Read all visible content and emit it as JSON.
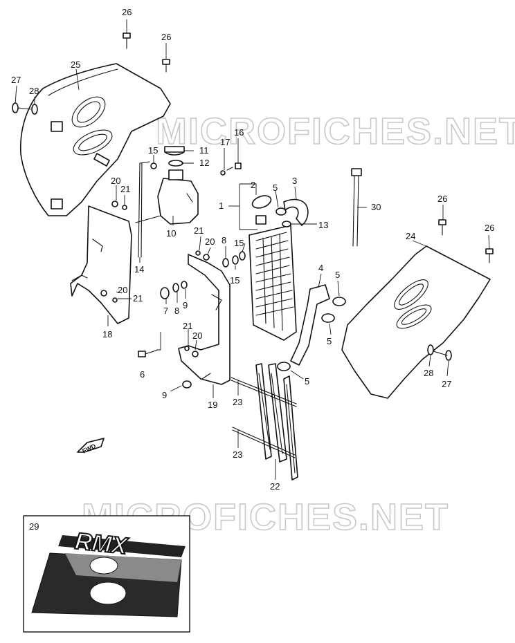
{
  "watermark": "MICROFICHES.NET",
  "inset": {
    "number": "29",
    "logo_text": "RMX"
  },
  "fwd_label": "FWD",
  "callouts": [
    {
      "id": "c26a",
      "n": "26"
    },
    {
      "id": "c26b",
      "n": "26"
    },
    {
      "id": "c25",
      "n": "25"
    },
    {
      "id": "c27a",
      "n": "27"
    },
    {
      "id": "c28a",
      "n": "28"
    },
    {
      "id": "c15a",
      "n": "15"
    },
    {
      "id": "c11",
      "n": "11"
    },
    {
      "id": "c12",
      "n": "12"
    },
    {
      "id": "c17",
      "n": "17"
    },
    {
      "id": "c16",
      "n": "16"
    },
    {
      "id": "c20a",
      "n": "20"
    },
    {
      "id": "c21a",
      "n": "21"
    },
    {
      "id": "c10",
      "n": "10"
    },
    {
      "id": "c14",
      "n": "14"
    },
    {
      "id": "c2",
      "n": "2"
    },
    {
      "id": "c5a",
      "n": "5"
    },
    {
      "id": "c3",
      "n": "3"
    },
    {
      "id": "c1",
      "n": "1"
    },
    {
      "id": "c13",
      "n": "13"
    },
    {
      "id": "c30",
      "n": "30"
    },
    {
      "id": "c21b",
      "n": "21"
    },
    {
      "id": "c20b",
      "n": "20"
    },
    {
      "id": "c8a",
      "n": "8"
    },
    {
      "id": "c15b",
      "n": "15"
    },
    {
      "id": "c15c",
      "n": "15"
    },
    {
      "id": "c20c",
      "n": "20"
    },
    {
      "id": "c21c",
      "n": "21"
    },
    {
      "id": "c7",
      "n": "7"
    },
    {
      "id": "c8b",
      "n": "8"
    },
    {
      "id": "c9a",
      "n": "9"
    },
    {
      "id": "c18",
      "n": "18"
    },
    {
      "id": "c4",
      "n": "4"
    },
    {
      "id": "c5b",
      "n": "5"
    },
    {
      "id": "c5c",
      "n": "5"
    },
    {
      "id": "c26c",
      "n": "26"
    },
    {
      "id": "c24",
      "n": "24"
    },
    {
      "id": "c26d",
      "n": "26"
    },
    {
      "id": "c21d",
      "n": "21"
    },
    {
      "id": "c20d",
      "n": "20"
    },
    {
      "id": "c6",
      "n": "6"
    },
    {
      "id": "c5d",
      "n": "5"
    },
    {
      "id": "c28b",
      "n": "28"
    },
    {
      "id": "c27b",
      "n": "27"
    },
    {
      "id": "c9b",
      "n": "9"
    },
    {
      "id": "c23a",
      "n": "23"
    },
    {
      "id": "c19",
      "n": "19"
    },
    {
      "id": "c23b",
      "n": "23"
    },
    {
      "id": "c22",
      "n": "22"
    }
  ]
}
